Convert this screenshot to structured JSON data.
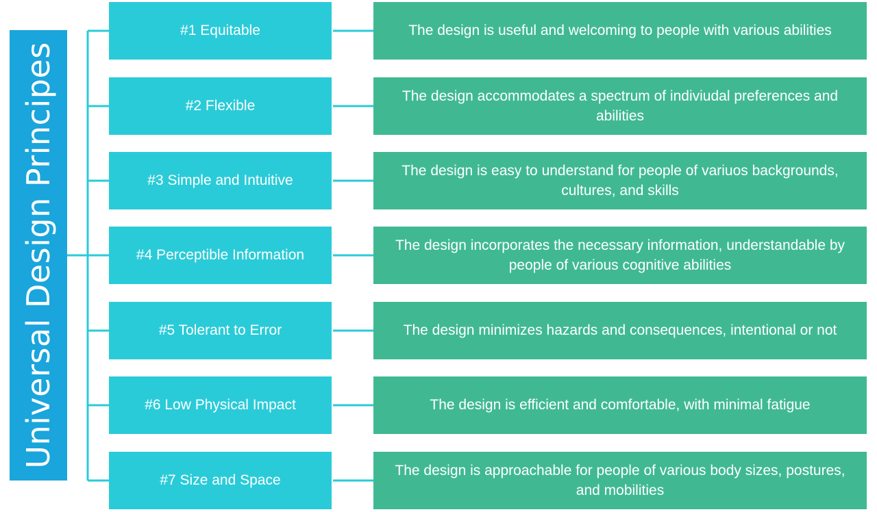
{
  "root": {
    "title": "Universal Design Principes"
  },
  "colors": {
    "root": "#1aa5dc",
    "principle": "#2acbd8",
    "description": "#40b992",
    "connector": "#2acbd8"
  },
  "principles": [
    {
      "label": "#1 Equitable",
      "description": "The design is useful and welcoming to people with various abilities"
    },
    {
      "label": "#2 Flexible",
      "description": "The design accommodates a spectrum of indiviudal preferences and abilities"
    },
    {
      "label": "#3 Simple and Intuitive",
      "description": "The design is easy to understand for people of variuos backgrounds, cultures, and skills"
    },
    {
      "label": "#4 Perceptible Information",
      "description": "The design incorporates the necessary information, understandable by people of various cognitive abilities"
    },
    {
      "label": "#5 Tolerant to Error",
      "description": "The design minimizes hazards and consequences, intentional or not"
    },
    {
      "label": "#6 Low Physical Impact",
      "description": "The design is efficient and comfortable, with minimal fatigue"
    },
    {
      "label": "#7 Size and Space",
      "description": "The design is approachable for people of various body sizes, postures, and mobilities"
    }
  ]
}
